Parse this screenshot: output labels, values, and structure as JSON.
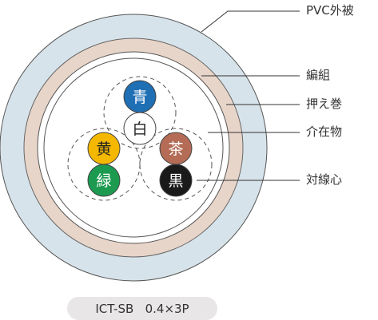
{
  "labels": {
    "sheath": "PVC外被",
    "braid": "編組",
    "tape": "押え巻",
    "filler": "介在物",
    "pair_core": "対線心"
  },
  "cores": [
    {
      "text": "青",
      "color": "#1f6fb4",
      "text_color": "#ffffff"
    },
    {
      "text": "白",
      "color": "#ffffff",
      "text_color": "#222222"
    },
    {
      "text": "黄",
      "color": "#f5b800",
      "text_color": "#222222"
    },
    {
      "text": "緑",
      "color": "#1c9a50",
      "text_color": "#ffffff"
    },
    {
      "text": "茶",
      "color": "#b46c56",
      "text_color": "#ffffff"
    },
    {
      "text": "黒",
      "color": "#1a1a1a",
      "text_color": "#ffffff"
    }
  ],
  "colors": {
    "sheath": "#d7e3ea",
    "braid": "#e8d5c9",
    "tape": "#ffffff",
    "outline": "#555555",
    "leader": "#333333"
  },
  "model": "ICT-SB   0.4×3P"
}
